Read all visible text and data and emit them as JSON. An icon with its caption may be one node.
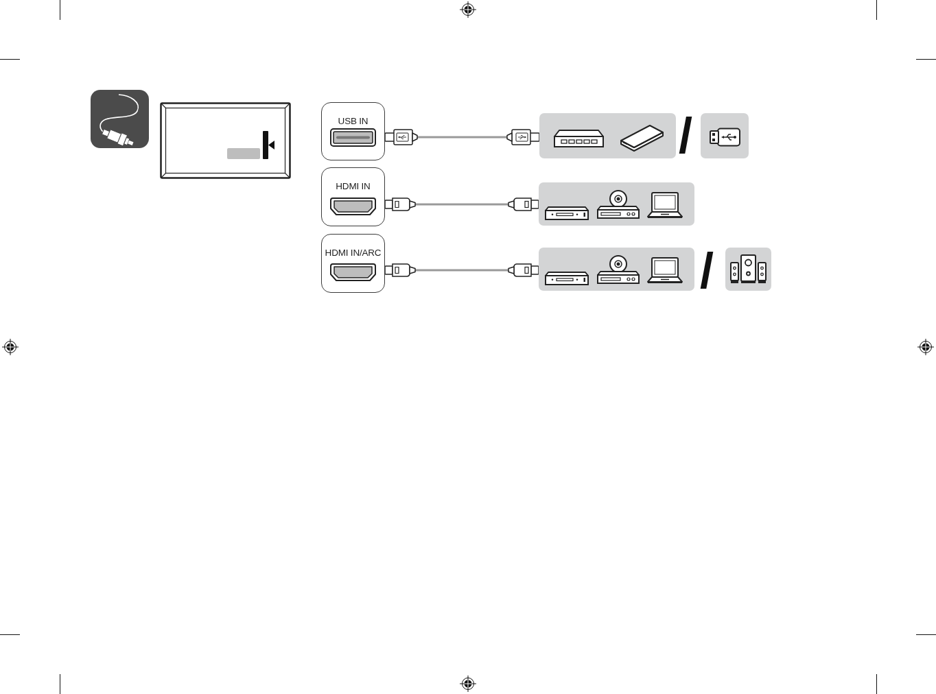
{
  "diagram": {
    "nodes": [
      {
        "text": [
          "USB IN"
        ]
      },
      {
        "text": [],
        "shape": "picture"
      },
      {
        "text": [],
        "shape": "picture"
      },
      {
        "text": [
          "HDMI IN"
        ]
      },
      {
        "text": [],
        "shape": "picture"
      },
      {
        "text": [
          "HDMI IN/ARC"
        ]
      },
      {
        "text": [],
        "shape": "picture"
      },
      {
        "text": [],
        "shape": "picture"
      }
    ],
    "edges": [
      {
        "from": 0,
        "to": 1,
        "arrow": "other"
      },
      {
        "from": 3,
        "to": 4,
        "arrow": "other"
      },
      {
        "from": 5,
        "to": 6,
        "arrow": "other"
      }
    ],
    "labels": [
      "/",
      "/"
    ]
  }
}
